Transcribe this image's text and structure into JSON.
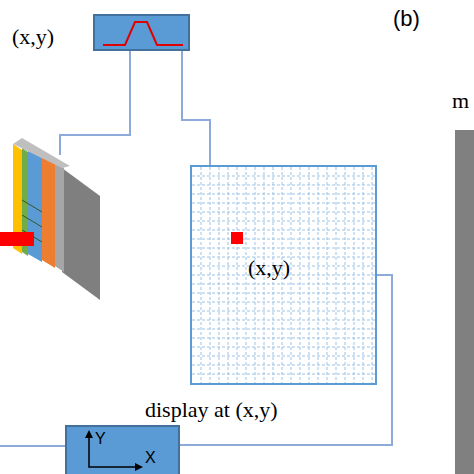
{
  "diagram": {
    "nodes": [
      {
        "text": [
          "(x,y)"
        ]
      },
      {
        "text": [
          "(x,y)",
          "display at (x,y)"
        ]
      },
      {
        "text": [
          "Y",
          "X"
        ]
      }
    ],
    "edges": [
      {
        "from": 0,
        "to": 1,
        "arrow": "none"
      },
      {
        "from": 1,
        "to": 2,
        "arrow": "none"
      }
    ],
    "labels": [
      "(b)",
      "m"
    ]
  }
}
